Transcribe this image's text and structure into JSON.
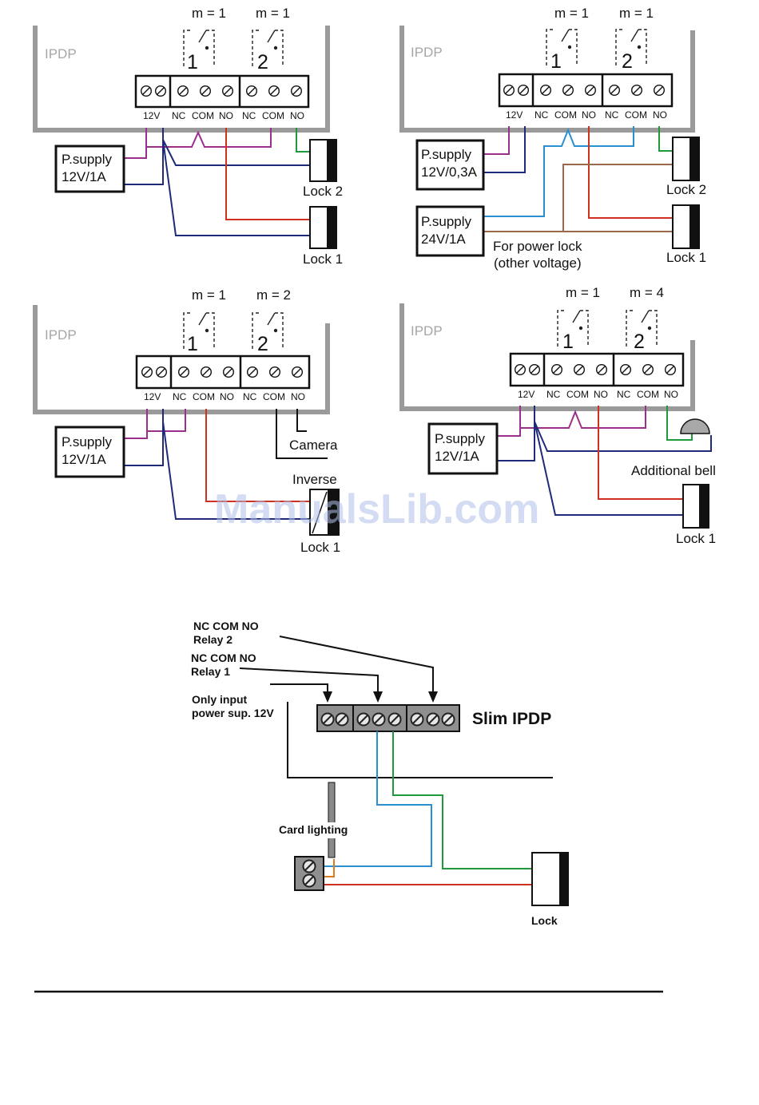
{
  "colors": {
    "purple": "#9b2f8c",
    "navy": "#1f2a7a",
    "red": "#d0301f",
    "green": "#1f9a3a",
    "blue": "#2a8fd0",
    "brown": "#9a6a4a",
    "orange": "#e07a1a",
    "gray_panel": "#9a9a9a"
  },
  "common": {
    "ipdp": "IPDP",
    "relay1_num": "1",
    "relay2_num": "2",
    "t12v": "12V",
    "nc": "NC",
    "com": "COM",
    "no": "NO"
  },
  "d1": {
    "m1": "m = 1",
    "m2": "m = 1",
    "psu_line1": "P.supply",
    "psu_line2": "12V/1A",
    "lock2": "Lock 2",
    "lock1": "Lock 1"
  },
  "d2": {
    "m1": "m = 1",
    "m2": "m = 1",
    "psu1_line1": "P.supply",
    "psu1_line2": "12V/0,3A",
    "psu2_line1": "P.supply",
    "psu2_line2": "24V/1A",
    "note_line1": "For power lock",
    "note_line2": "(other voltage)",
    "lock2": "Lock 2",
    "lock1": "Lock 1"
  },
  "d3": {
    "m1": "m = 1",
    "m2": "m = 2",
    "psu_line1": "P.supply",
    "psu_line2": "12V/1A",
    "camera": "Camera",
    "inverse": "Inverse",
    "lock1": "Lock 1"
  },
  "d4": {
    "m1": "m = 1",
    "m2": "m = 4",
    "psu_line1": "P.supply",
    "psu_line2": "12V/1A",
    "bell": "Additional bell",
    "lock1": "Lock 1"
  },
  "d5": {
    "relay2_terms": "NC   COM   NO",
    "relay2_label": "Relay 2",
    "relay1_terms": "NC   COM   NO",
    "relay1_label": "Relay 1",
    "input_line1": "Only input",
    "input_line2": "power sup. 12V",
    "title": "Slim IPDP",
    "card": "Card lighting",
    "lock": "Lock"
  },
  "watermark": "ManualsLib.com"
}
